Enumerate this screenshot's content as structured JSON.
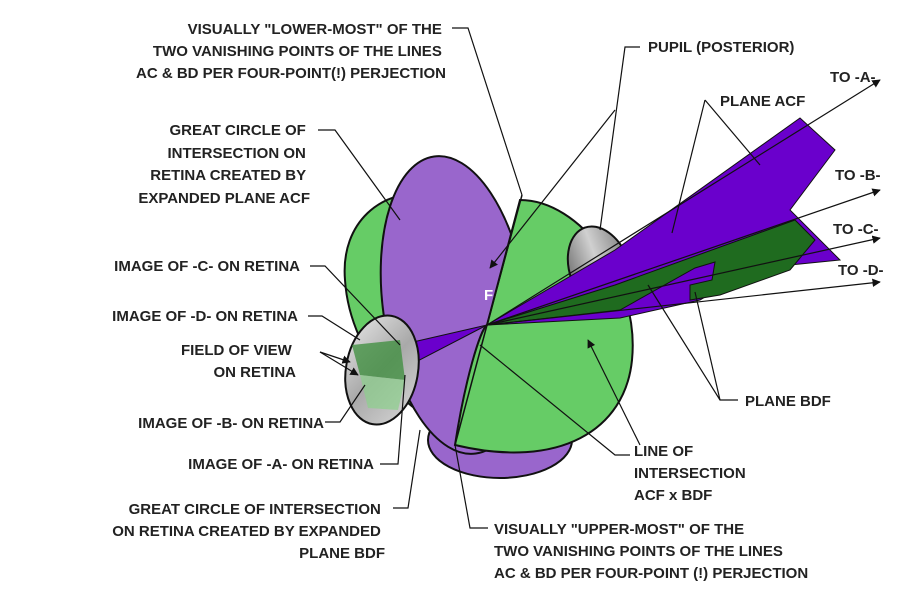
{
  "colors": {
    "green": "#66cc66",
    "dark_green": "#1f6b1f",
    "purple": "#9966cc",
    "deep_purple": "#6a00cc",
    "grey": "#b8b8b8"
  },
  "labels": {
    "lower_vp": [
      "VISUALLY \"LOWER-MOST\" OF THE",
      "TWO VANISHING POINTS OF THE LINES",
      "AC & BD PER FOUR-POINT(!) PERJECTION"
    ],
    "great_circle_acf": [
      "GREAT CIRCLE OF",
      "INTERSECTION ON",
      "RETINA CREATED BY",
      "EXPANDED PLANE ACF"
    ],
    "image_c": "IMAGE OF -C- ON RETINA",
    "image_d": "IMAGE OF -D- ON RETINA",
    "field_of_view": [
      "FIELD OF VIEW",
      "ON RETINA"
    ],
    "image_b": "IMAGE OF -B- ON RETINA",
    "image_a": "IMAGE OF -A- ON RETINA",
    "great_circle_bdf": [
      "GREAT CIRCLE OF INTERSECTION",
      "ON RETINA CREATED BY EXPANDED",
      "PLANE BDF"
    ],
    "pupil": "PUPIL (POSTERIOR)",
    "plane_acf": "PLANE ACF",
    "to_a": "TO -A-",
    "to_b": "TO -B-",
    "to_c": "TO -C-",
    "to_d": "TO -D-",
    "plane_bdf": "PLANE BDF",
    "line_of_intersection": [
      "LINE OF",
      "INTERSECTION",
      "ACF x BDF"
    ],
    "upper_vp": [
      "VISUALLY \"UPPER-MOST\"  OF THE",
      "TWO VANISHING POINTS OF THE LINES",
      "AC & BD PER FOUR-POINT (!) PERJECTION"
    ],
    "f_point": "F"
  }
}
